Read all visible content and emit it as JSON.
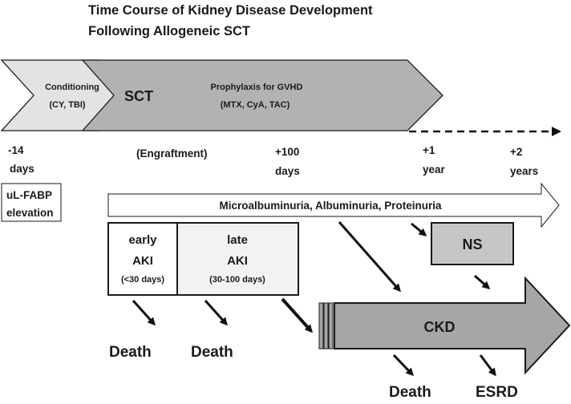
{
  "title": {
    "line1": "Time Course of Kidney Disease Development",
    "line2": "Following Allogeneic SCT"
  },
  "timeline": {
    "conditioning_label": "Conditioning",
    "conditioning_agents": "(CY, TBI)",
    "sct_label": "SCT",
    "prophylaxis_label": "Prophylaxis for GVHD",
    "prophylaxis_agents": "(MTX, CyA, TAC)"
  },
  "time_marks": {
    "minus14_value": "-14",
    "minus14_unit": "days",
    "engraftment": "(Engraftment)",
    "plus100_value": "+100",
    "plus100_unit": "days",
    "plus1_value": "+1",
    "plus1_unit": "year",
    "plus2_value": "+2",
    "plus2_unit": "years"
  },
  "biomarker": {
    "line1": "uL-FABP",
    "line2": "elevation"
  },
  "proteinuria_arrow_label": "Microalbuminuria, Albuminuria, Proteinuria",
  "early_aki": {
    "line1": "early",
    "line2": "AKI",
    "line3": "(<30 days)"
  },
  "late_aki": {
    "line1": "late",
    "line2": "AKI",
    "line3": "(30-100 days)"
  },
  "ns_label": "NS",
  "ckd_label": "CKD",
  "outcomes": {
    "death_early": "Death",
    "death_late": "Death",
    "death_ckd": "Death",
    "esrd": "ESRD"
  },
  "colors": {
    "conditioning_fill": "#e3e3e3",
    "sct_fill": "#b2b2b2",
    "ckd_fill": "#a6a6a6",
    "ns_fill": "#c6c6c6",
    "late_aki_fill": "#f2f2f2",
    "stroke": "#1a1a1a"
  }
}
